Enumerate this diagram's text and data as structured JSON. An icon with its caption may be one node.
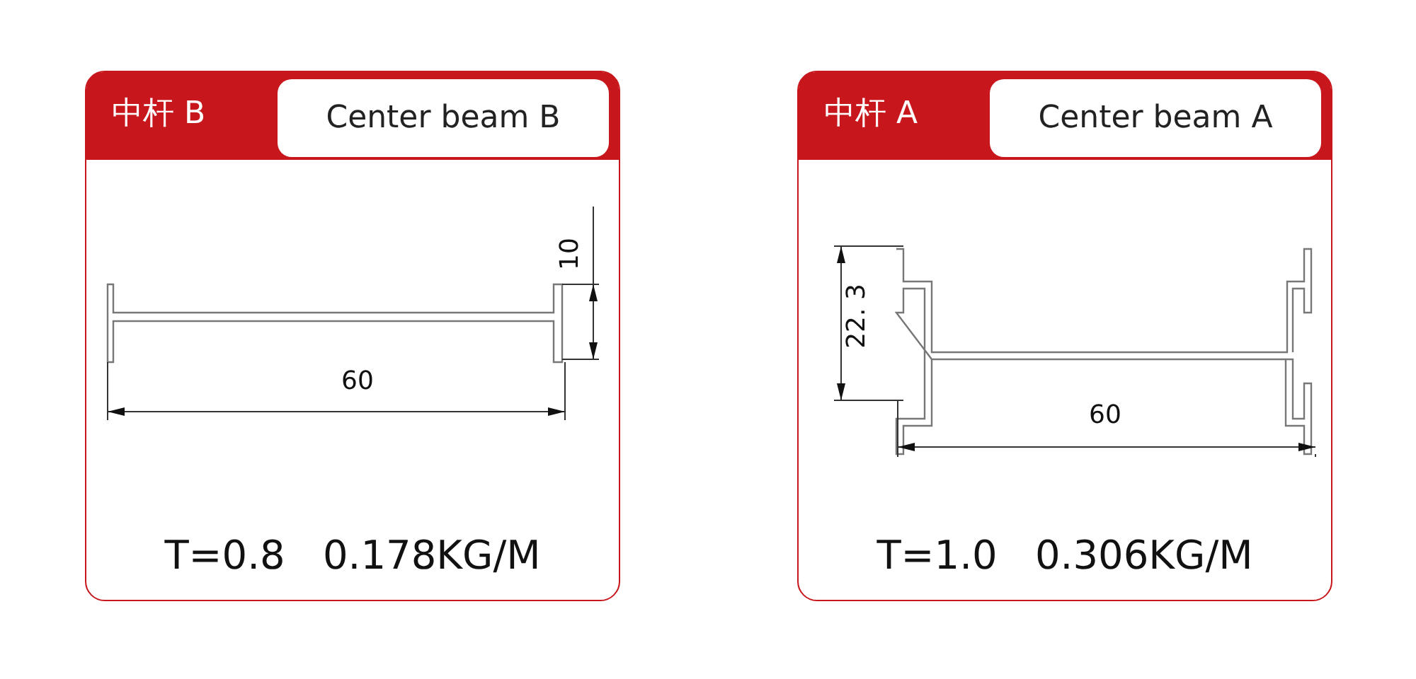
{
  "diagram": {
    "nodes": [
      {
        "text": [
          "中杆 B",
          "T=0.8   0.178KG/M"
        ]
      },
      {
        "text": [
          "Center beam B"
        ],
        "in": 0
      },
      {
        "text": [
          "中杆 A",
          "T=1.0   0.306KG/M"
        ]
      },
      {
        "text": [
          "Center beam A"
        ],
        "in": 2
      }
    ],
    "labels": [
      "10",
      "60",
      "22. 3",
      "60"
    ]
  }
}
